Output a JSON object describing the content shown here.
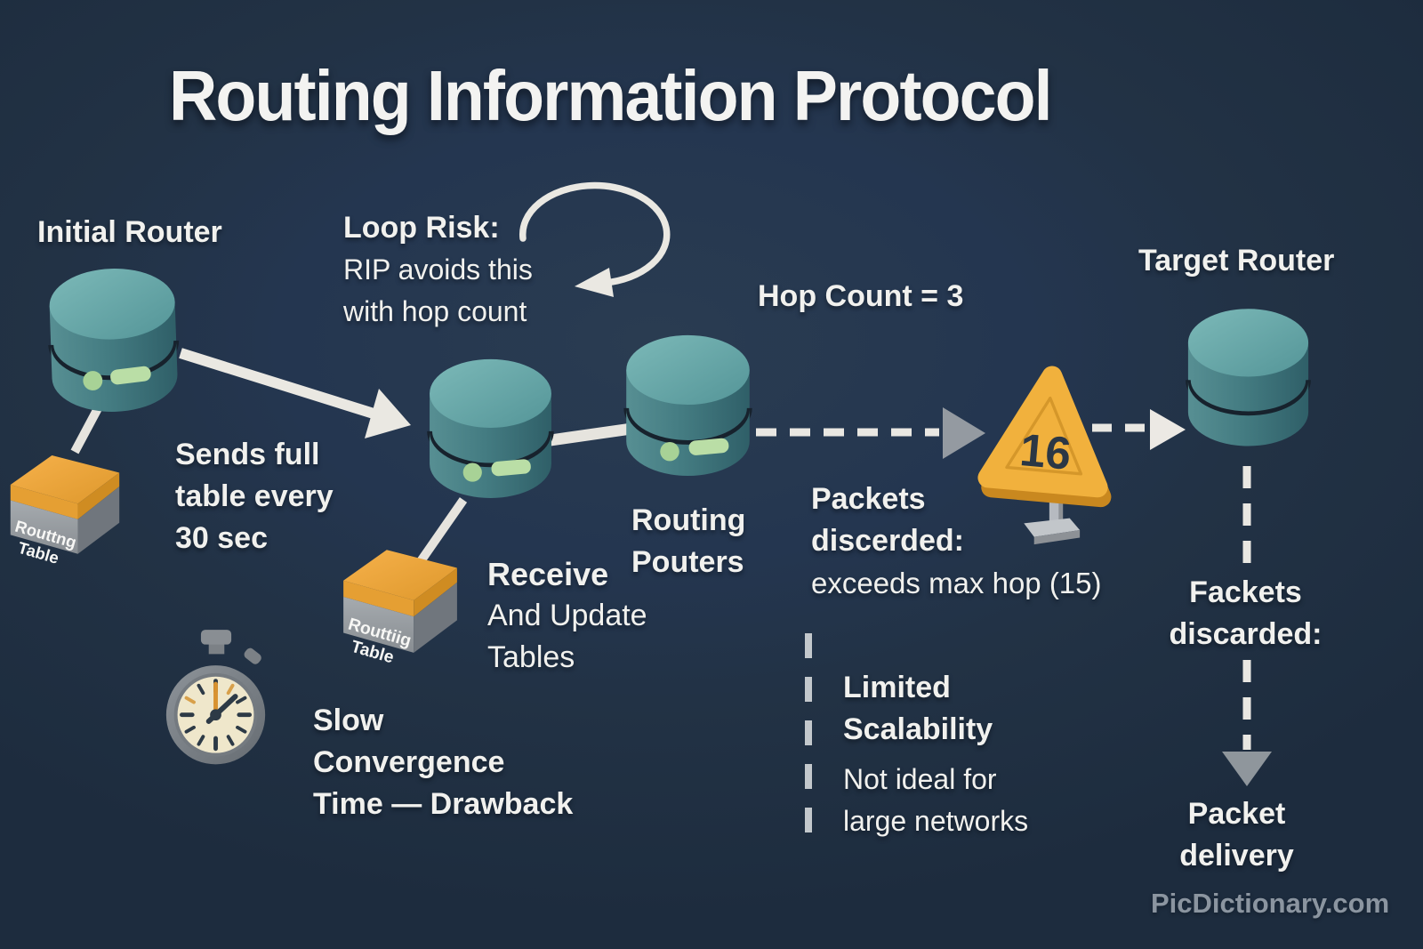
{
  "title": "Routing Information Protocol",
  "watermark": "PicDictionary.com",
  "labels": {
    "initial_router": "Initial Router",
    "target_router": "Target Router",
    "hop_count": "Hop Count = 3"
  },
  "loop_risk": [
    "Loop Risk:",
    "RIP avoids this",
    "with hop count"
  ],
  "sends_full": [
    "Sends full",
    "table every",
    "30 sec"
  ],
  "receive_update": [
    "Receive",
    "And Update",
    "Tables"
  ],
  "routing_routers": [
    "Routing",
    "Pouters"
  ],
  "packets_discarded_mid": [
    "Packets",
    "discerded:",
    "exceeds max hop (15)"
  ],
  "limited_scalability": [
    "Limited",
    "Scalability"
  ],
  "not_ideal": [
    "Not ideal for",
    "large networks"
  ],
  "slow_convergence": [
    "Slow",
    "Convergence",
    "Time — Drawback"
  ],
  "packets_discarded_right": [
    "Fackets",
    "discarded:"
  ],
  "packet_delivery": [
    "Packet",
    "delivery"
  ],
  "warning_sign": {
    "number": "16"
  },
  "routing_table_1": [
    "Routtng",
    "Table"
  ],
  "routing_table_2": [
    "Routtiig",
    "Table"
  ],
  "colors": {
    "background": "#223245",
    "router_top": "#6fb0b0",
    "router_body": "#417a7f",
    "accent_green": "#b5daa2",
    "table_orange": "#eda43a",
    "table_gray": "#94999e",
    "sign_yellow": "#f1b13d",
    "arrow_white": "#eae8e2",
    "arrow_gray": "#949aa1",
    "text": "#f1f1ee",
    "watermark_gray": "#8b95a0"
  }
}
